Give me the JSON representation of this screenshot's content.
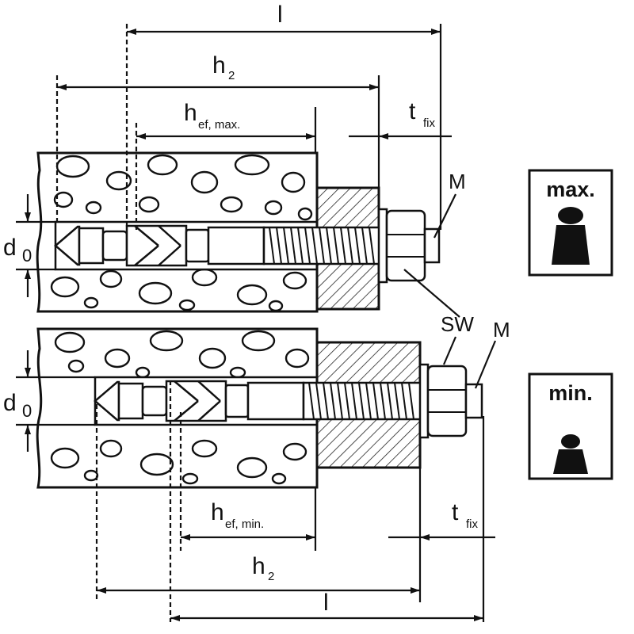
{
  "labels": {
    "l": "l",
    "h": "h",
    "h_sub": "2",
    "hef": "h",
    "hef_max_sub": "ef, max.",
    "hef_min_sub": "ef, min.",
    "t": "t",
    "t_sub": "fix",
    "d": "d",
    "d_sub": "0",
    "M": "M",
    "SW": "SW"
  },
  "badges": {
    "max": "max.",
    "min": "min."
  },
  "colors": {
    "line": "#111111",
    "background": "#ffffff"
  }
}
